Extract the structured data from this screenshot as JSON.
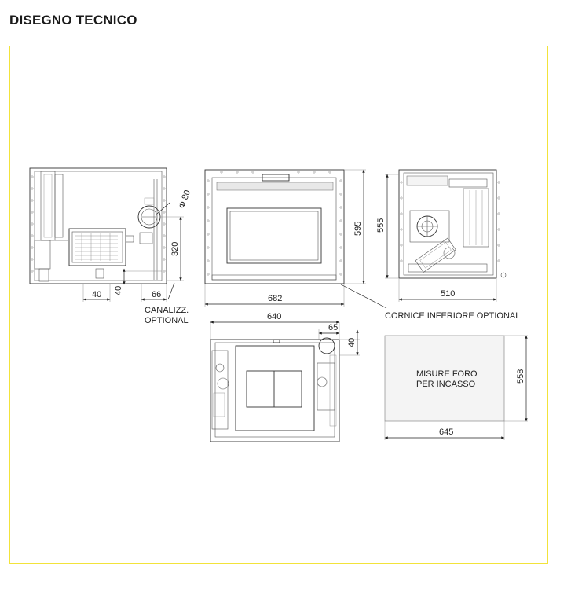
{
  "page": {
    "title": "DISEGNO TECNICO"
  },
  "colors": {
    "frame_border": "#f2e33a",
    "line": "#333333"
  },
  "dimensions": {
    "w40a": "40",
    "w40b": "40",
    "w66": "66",
    "phi80": "Φ 80",
    "h320": "320",
    "w682": "682",
    "h595": "595",
    "h555": "555",
    "w510": "510",
    "w640": "640",
    "w65": "65",
    "h40": "40",
    "h558": "558",
    "w645": "645"
  },
  "labels": {
    "canalizz_line1": "CANALIZZ.",
    "canalizz_line2": "OPTIONAL",
    "cornice": "CORNICE INFERIORE OPTIONAL",
    "misure_line1": "MISURE FORO",
    "misure_line2": "PER INCASSO"
  }
}
